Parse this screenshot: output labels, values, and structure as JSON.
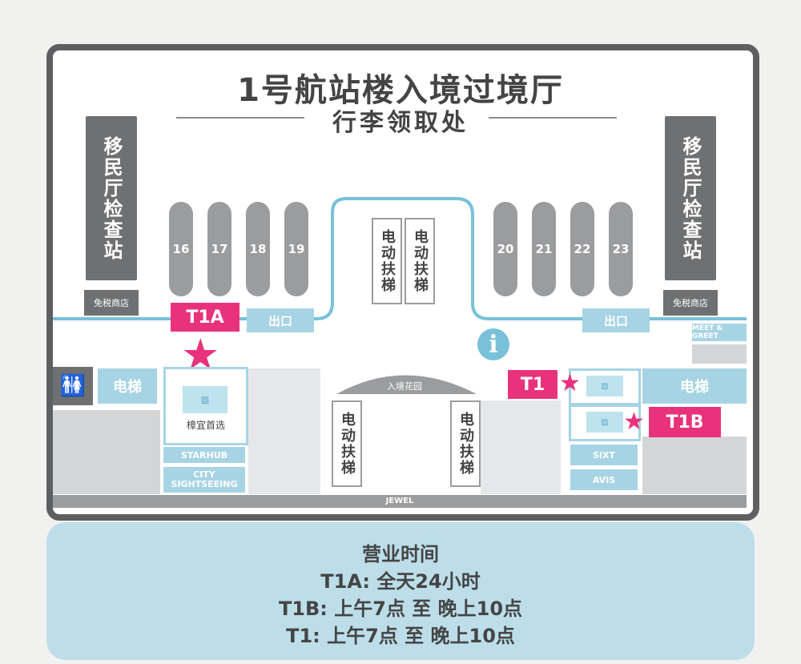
{
  "title": "1号航站楼入境过境厅",
  "subtitle": "行李领取处",
  "immigration_left": "移民厅检查站",
  "immigration_right": "移民厅检查站",
  "duty_free_left": "免税商店",
  "duty_free_right": "免税商店",
  "carousels_left": [
    "16",
    "17",
    "18",
    "19"
  ],
  "carousels_right": [
    "20",
    "21",
    "22",
    "23"
  ],
  "escalator_label": "电动扶梯",
  "exit_left": "出口",
  "exit_right": "出口",
  "t1a_label": "T1A",
  "t1_label": "T1",
  "t1b_label": "T1B",
  "elevator_left": "电梯",
  "elevator_right": "电梯",
  "shop_label": "樟宜首选",
  "starhub": "STARHUB",
  "city_sightseeing_1": "CITY",
  "city_sightseeing_2": "SIGHTSEEING",
  "sixt": "SIXT",
  "avis": "AVIS",
  "meet_greet": "MEET & GREET",
  "arrival_garden": "入境花园",
  "jewel": "JEWEL",
  "info_glyph": "i",
  "hours": {
    "heading": "营业时间",
    "line1": "T1A:  全天24小时",
    "line2": "T1B: 上午7点 至 晚上10点",
    "line3": "T1: 上午7点 至 晚上10点"
  },
  "colors": {
    "frame": "#5e5f61",
    "pink": "#e8327b",
    "light_blue": "#a7d4e4",
    "path_blue": "#79c1d9",
    "grey": "#9b9c9e"
  },
  "icons": [
    "restroom-icon",
    "luggage-icon",
    "star-icon",
    "info-icon"
  ]
}
